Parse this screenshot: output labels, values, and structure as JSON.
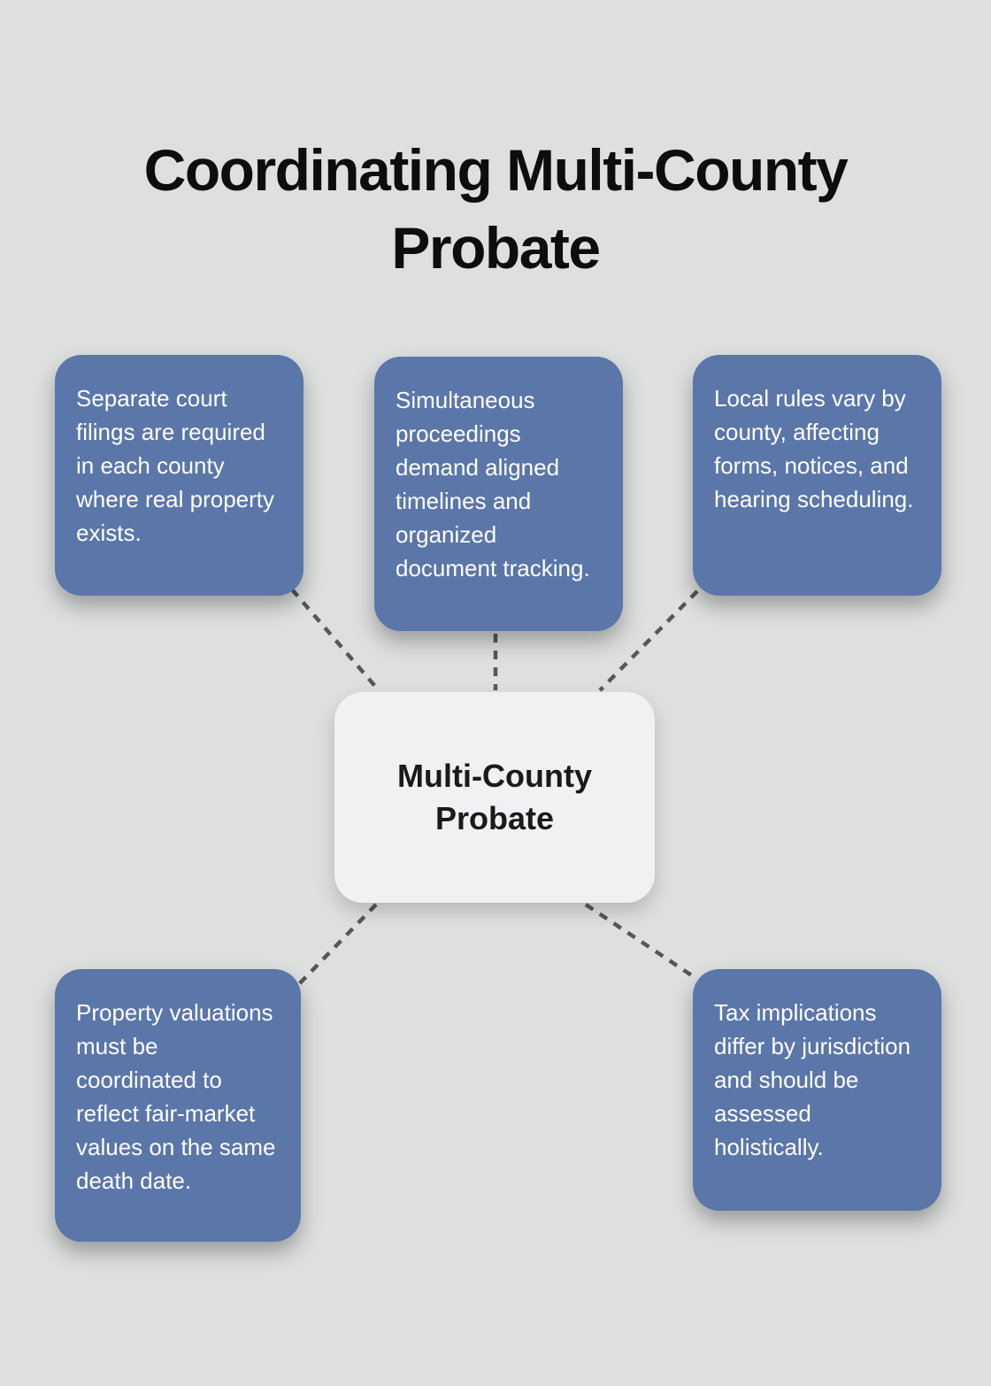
{
  "title": "Coordinating Multi-County Probate",
  "center": {
    "label": "Multi-County Probate"
  },
  "nodes": [
    {
      "id": "separate-filings",
      "text": "Separate court filings are required in each county where real property exists."
    },
    {
      "id": "simultaneous-proceedings",
      "text": "Simultaneous proceedings demand aligned timelines and organized document tracking."
    },
    {
      "id": "local-rules",
      "text": "Local rules vary by county, affecting forms, notices, and hearing scheduling."
    },
    {
      "id": "property-valuations",
      "text": "Property valuations must be coordinated to reflect fair-market values on the same death date."
    },
    {
      "id": "tax-implications",
      "text": "Tax implications differ by jurisdiction and should be assessed holistically."
    }
  ],
  "colors": {
    "background": "#dee0e0",
    "node_fill": "#5b76a9",
    "node_text": "#ffffff",
    "center_fill": "#f0f1f2",
    "center_text": "#1a1a1a",
    "connector": "#575757",
    "title_text": "#0d0d0d"
  }
}
